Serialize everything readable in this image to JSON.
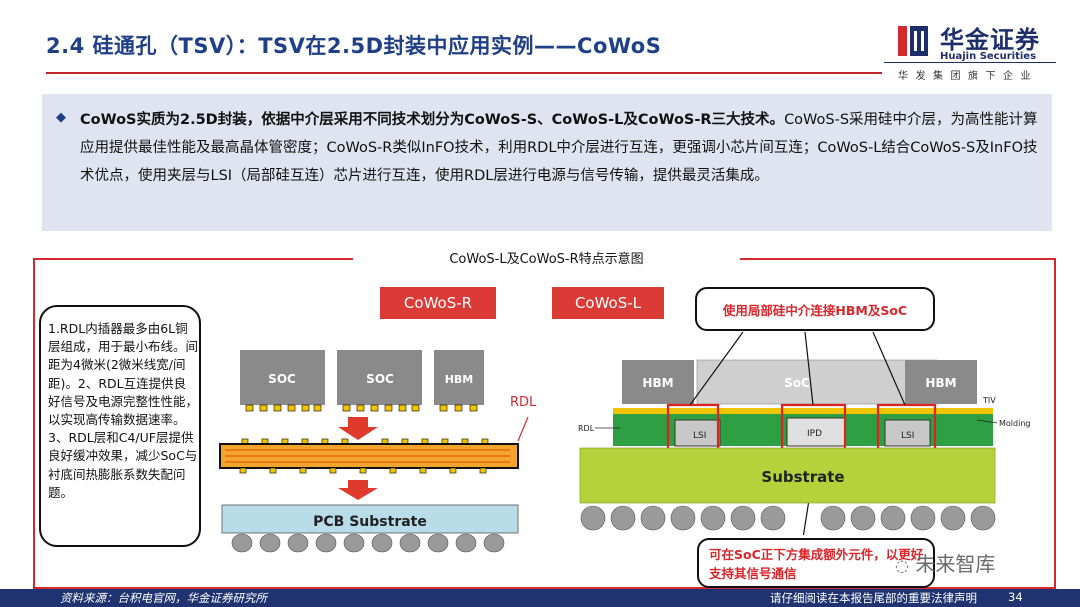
{
  "header": {
    "title": "2.4 硅通孔（TSV）：TSV在2.5D封装中应用实例——CoWoS",
    "logo_cn": "华金证券",
    "logo_en": "Huajin Securities",
    "logo_slogan": "华发集团旗下企业"
  },
  "summary": {
    "bold_lead": "CoWoS实质为2.5D封装，依据中介层采用不同技术划分为CoWoS-S、CoWoS-L及CoWoS-R三大技术。",
    "body": "CoWoS-S采用硅中介层，为高性能计算应用提供最佳性能及最高晶体管密度；CoWoS-R类似InFO技术，利用RDL中介层进行互连，更强调小芯片间互连；CoWoS-L结合CoWoS-S及InFO技术优点，使用夹层与LSI（局部硅互连）芯片进行互连，使用RDL层进行电源与信号传输，提供最灵活集成。"
  },
  "figure": {
    "caption": "CoWoS-L及CoWoS-R特点示意图",
    "tag_r": "CoWoS-R",
    "tag_l": "CoWoS-L",
    "note": "1.RDL内插器最多由6L铜层组成，用于最小布线。间距为4微米(2微米线宽/间距)。2、RDL互连提供良好信号及电源完整性性能，以实现高传输数据速率。3、RDL层和C4/UF层提供良好缓冲效果，减少SoC与衬底间热膨胀系数失配问题。",
    "callout_top": "使用局部硅中介连接HBM及SoC",
    "callout_bottom": "可在SoC正下方集成额外元件，以更好支持其信号通信",
    "r_diagram": {
      "chip_soc_1": "SOC",
      "chip_soc_2": "SOC",
      "chip_hbm": "HBM",
      "rdl_label": "RDL",
      "substrate": "PCB Substrate"
    },
    "l_diagram": {
      "chip_hbm_left": "HBM",
      "chip_soc": "SoC",
      "chip_hbm_right": "HBM",
      "label_rdl": "RDL",
      "label_tiv": "TIV",
      "label_molding": "Molding",
      "lsi_left": "LSI",
      "ipd": "IPD",
      "lsi_right": "LSI",
      "substrate": "Substrate"
    }
  },
  "watermark": "未来智库",
  "footer": {
    "source": "资料来源：台积电官网，华金证券研究所",
    "disclaimer": "请仔细阅读在本报告尾部的重要法律声明",
    "page": "34"
  },
  "colors": {
    "title_blue": "#1f3f86",
    "accent_red": "#d22a2f",
    "summary_bg": "#dfe4f0",
    "footer_bg": "#1f3370"
  }
}
